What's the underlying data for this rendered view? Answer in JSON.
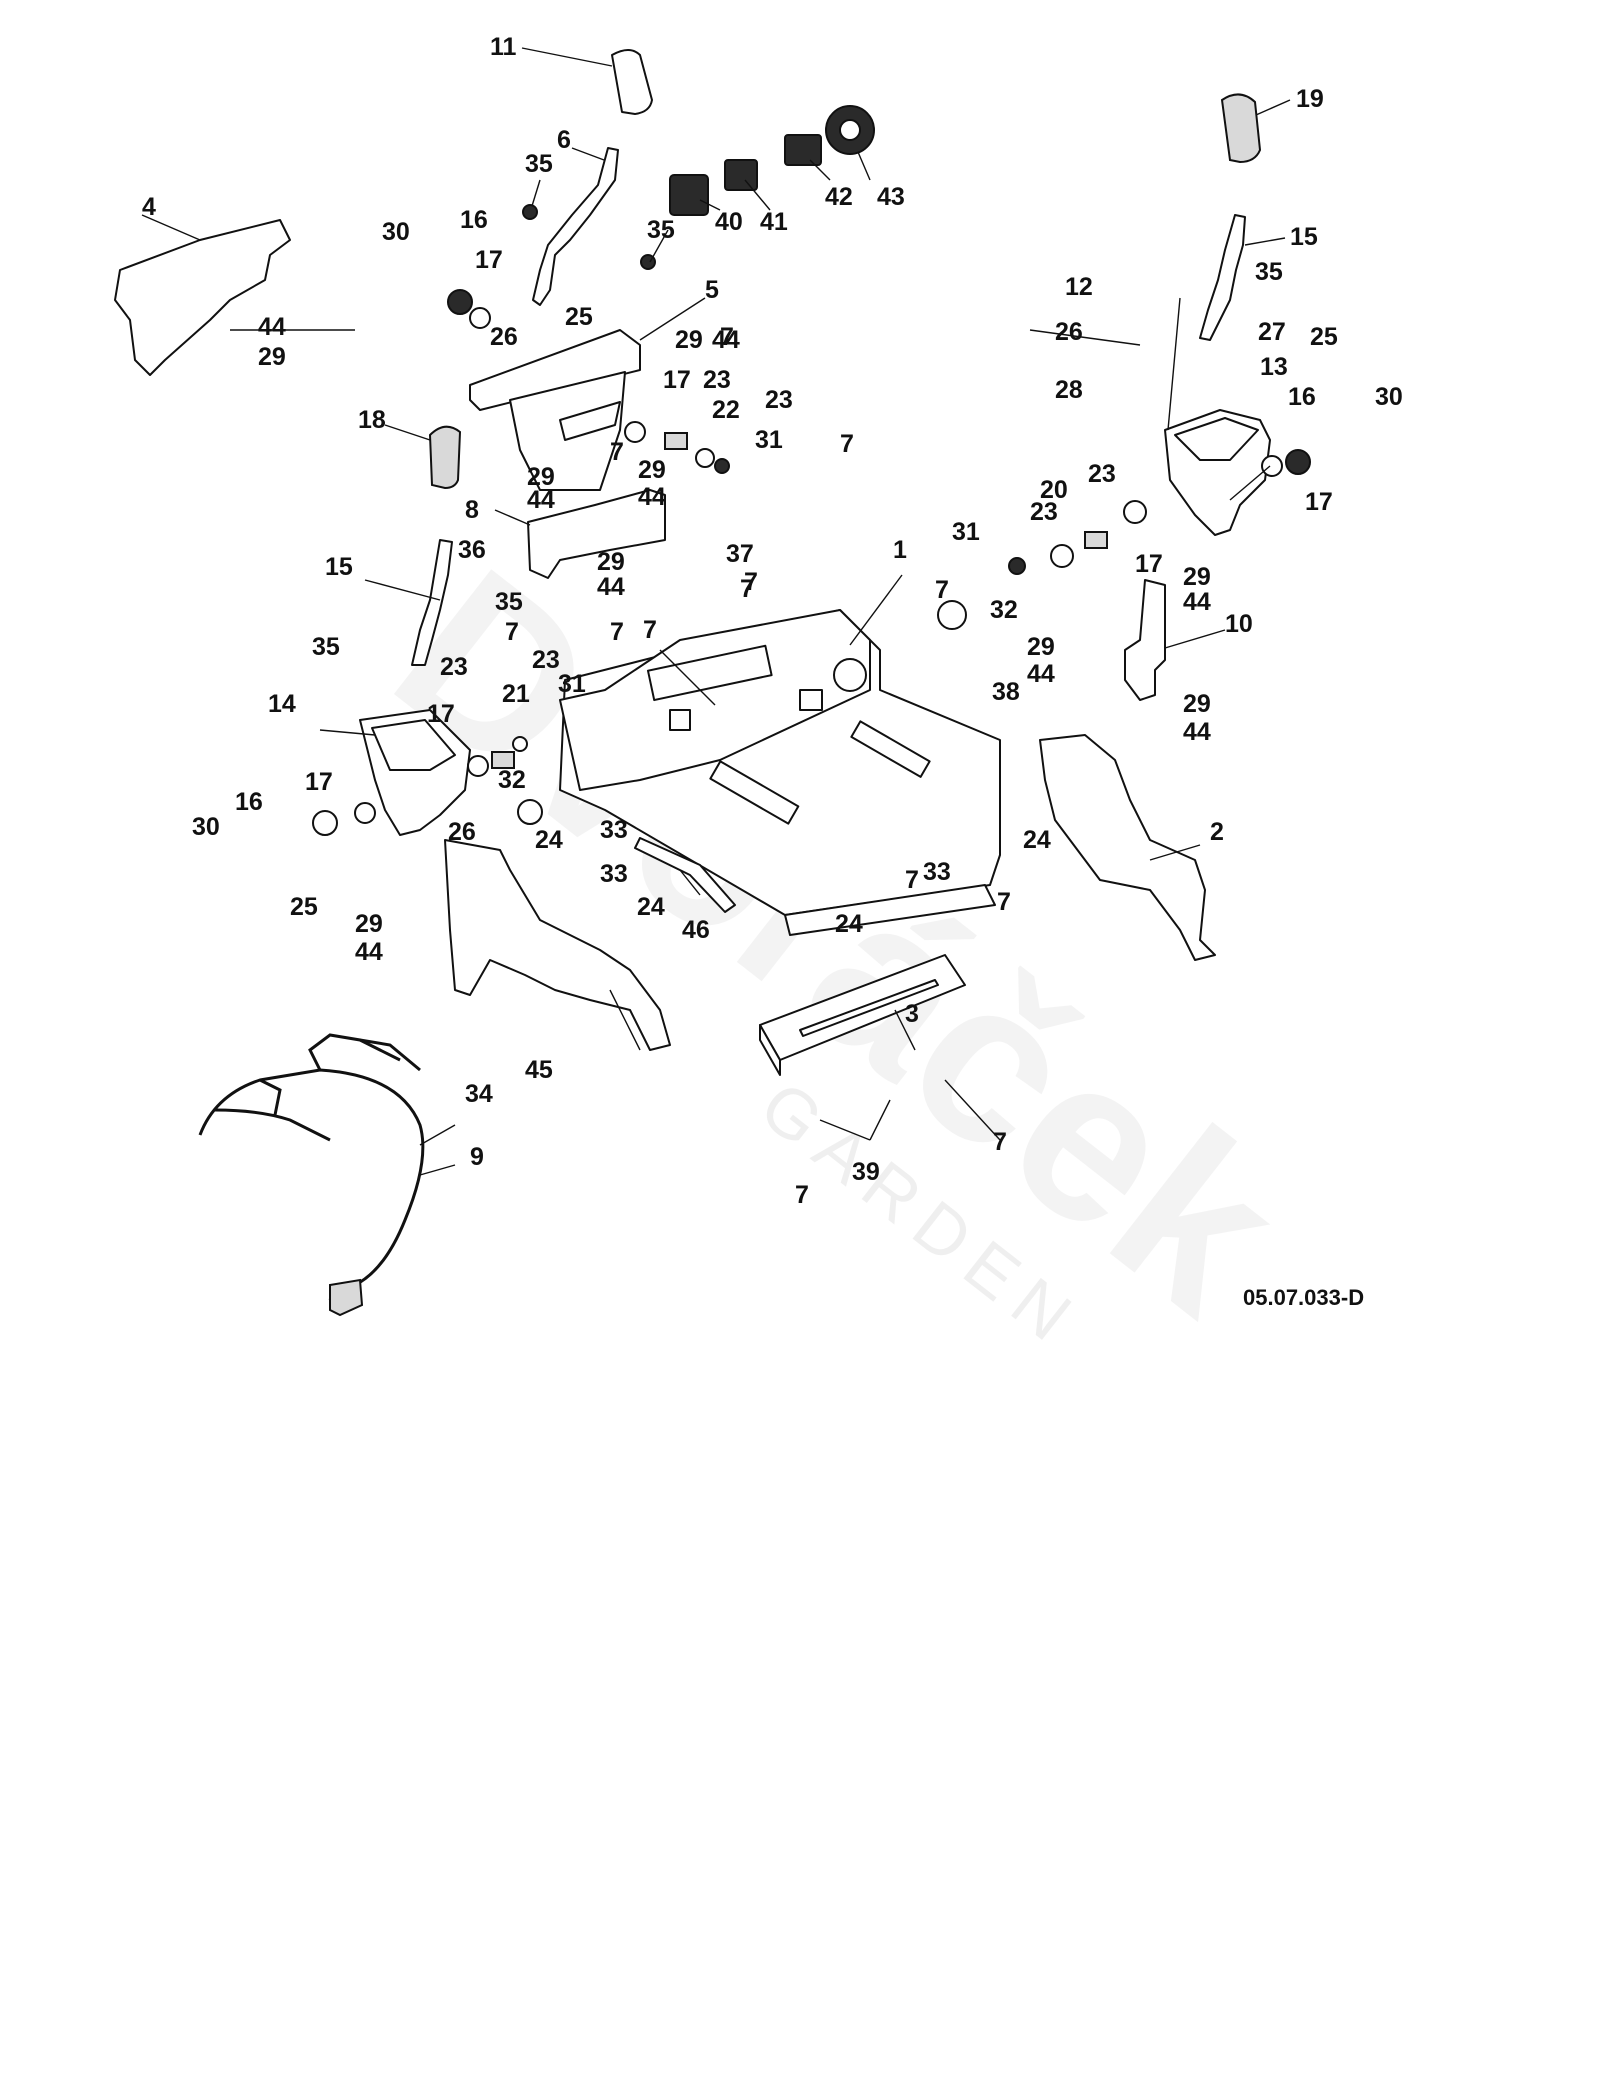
{
  "diagram": {
    "drawing_code": "05.07.033-D",
    "watermark": {
      "brand": "Dvořáček",
      "sub": "GARDEN"
    },
    "callouts": [
      "11",
      "6",
      "35",
      "35",
      "40",
      "41",
      "42",
      "43",
      "19",
      "15",
      "35",
      "25",
      "27",
      "12",
      "26",
      "28",
      "13",
      "16",
      "30",
      "17",
      "4",
      "44",
      "29",
      "30",
      "16",
      "17",
      "26",
      "25",
      "5",
      "29",
      "44",
      "17",
      "23",
      "22",
      "23",
      "31",
      "18",
      "29",
      "44",
      "8",
      "29",
      "44",
      "15",
      "36",
      "35",
      "37",
      "7",
      "35",
      "7",
      "23",
      "17",
      "21",
      "23",
      "31",
      "14",
      "17",
      "16",
      "30",
      "32",
      "26",
      "25",
      "29",
      "44",
      "24",
      "33",
      "33",
      "24",
      "46",
      "45",
      "34",
      "9",
      "7",
      "1",
      "7",
      "7",
      "32",
      "31",
      "23",
      "20",
      "23",
      "17",
      "29",
      "44",
      "10",
      "29",
      "44",
      "29",
      "44",
      "38",
      "7",
      "2",
      "24",
      "33",
      "7",
      "24",
      "3",
      "7",
      "39",
      "7",
      "7",
      "7",
      "7",
      "29",
      "44",
      "7"
    ]
  }
}
